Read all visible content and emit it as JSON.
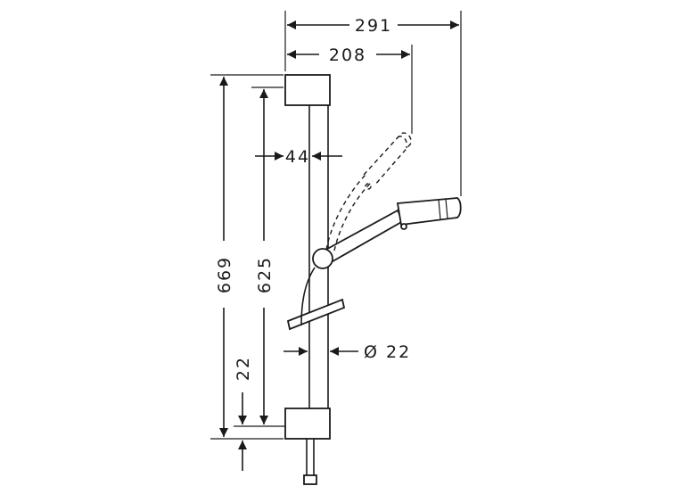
{
  "dimensions": {
    "total_width": "291",
    "handshower_reach": "208",
    "bar_offset": "44",
    "total_height": "669",
    "bar_length": "625",
    "bottom_offset": "22",
    "bar_diameter": "Ø 22"
  }
}
